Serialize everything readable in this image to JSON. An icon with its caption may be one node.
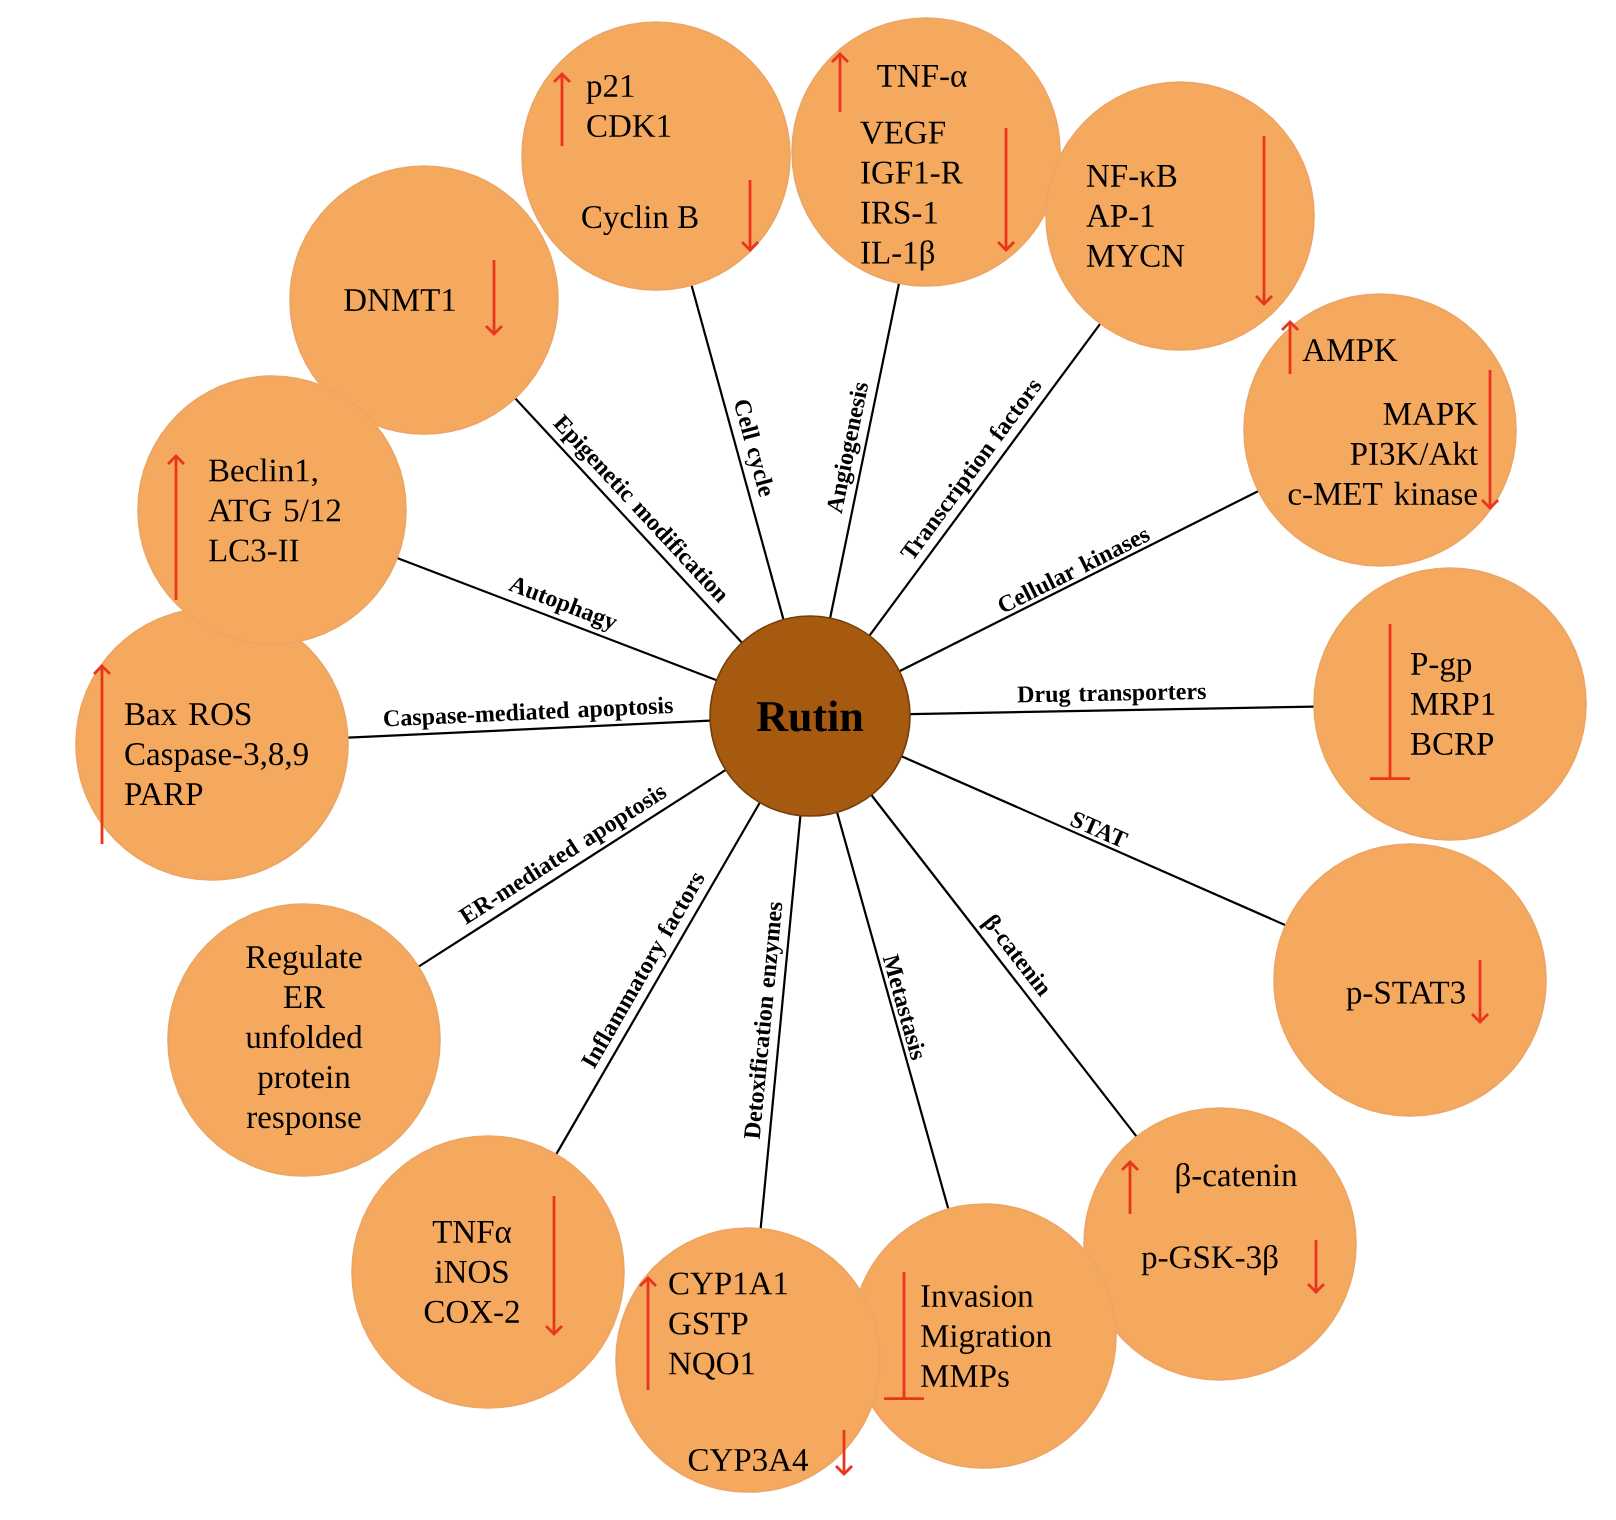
{
  "diagram": {
    "nodes": [
      {
        "text": [
          "Rutin"
        ]
      },
      {
        "text": [
          "DNMT1"
        ]
      },
      {
        "text": [
          "p21 CDK1",
          "Cyclin B"
        ]
      },
      {
        "text": [
          "TNF-α",
          "VEGF IGF1-R IRS-1 IL-1β"
        ]
      },
      {
        "text": [
          "NF-κB AP-1 MYCN"
        ]
      },
      {
        "text": [
          "AMPK",
          "MAPK PI3K/Akt c-MET kinase"
        ]
      },
      {
        "text": [
          "P-gp MRP1 BCRP"
        ]
      },
      {
        "text": [
          "p-STAT3"
        ]
      },
      {
        "text": [
          "β-catenin",
          "p-GSK-3β"
        ]
      },
      {
        "text": [
          "Invasion Migration MMPs"
        ]
      },
      {
        "text": [
          "CYP1A1 GSTP NQO1",
          "CYP3A4"
        ]
      },
      {
        "text": [
          "TNFα iNOS COX-2"
        ]
      },
      {
        "text": [
          "Regulate ER unfolded protein response"
        ]
      },
      {
        "text": [
          "Bax ROS Caspase-3,8,9 PARP"
        ]
      },
      {
        "text": [
          "Beclin1, ATG 5/12 LC3-II"
        ]
      }
    ],
    "edges": [
      {
        "from": 0,
        "to": 1,
        "arrow": "none",
        "label": "Epigenetic modification"
      },
      {
        "from": 0,
        "to": 2,
        "arrow": "none",
        "label": "Cell cycle"
      },
      {
        "from": 0,
        "to": 3,
        "arrow": "none",
        "label": "Angiogenesis"
      },
      {
        "from": 0,
        "to": 4,
        "arrow": "none",
        "label": "Transcription factors"
      },
      {
        "from": 0,
        "to": 5,
        "arrow": "none",
        "label": "Cellular kinases"
      },
      {
        "from": 0,
        "to": 6,
        "arrow": "none",
        "label": "Drug transporters"
      },
      {
        "from": 0,
        "to": 7,
        "arrow": "none",
        "label": "STAT"
      },
      {
        "from": 0,
        "to": 8,
        "arrow": "none",
        "label": "β-catenin"
      },
      {
        "from": 0,
        "to": 9,
        "arrow": "none",
        "label": "Metastasis"
      },
      {
        "from": 0,
        "to": 10,
        "arrow": "none",
        "label": "Detoxification enzymes"
      },
      {
        "from": 0,
        "to": 11,
        "arrow": "none",
        "label": "Inflammatory factors"
      },
      {
        "from": 0,
        "to": 12,
        "arrow": "none",
        "label": "ER-mediated apoptosis"
      },
      {
        "from": 0,
        "to": 13,
        "arrow": "none",
        "label": "Caspase-mediated apoptosis"
      },
      {
        "from": 0,
        "to": 14,
        "arrow": "none",
        "label": "Autophagy"
      }
    ]
  }
}
